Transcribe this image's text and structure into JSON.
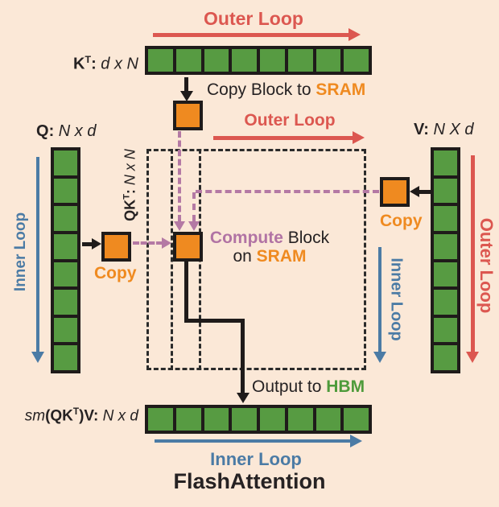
{
  "title": "FlashAttention",
  "colors": {
    "background": "#FBE8D7",
    "matrix_green": "#579B42",
    "block_orange": "#EF8A20",
    "loop_red": "#DC5750",
    "loop_blue": "#4B7BA5",
    "compute_pink": "#B479A4",
    "hbm_green": "#4E9B3B",
    "line_black": "#1F1B1A"
  },
  "loops": {
    "outer_top": "Outer Loop",
    "outer_mid": "Outer Loop",
    "outer_right": "Outer Loop",
    "inner_left": "Inner Loop",
    "inner_right": "Inner Loop",
    "inner_bottom": "Inner Loop"
  },
  "matrices": {
    "k": {
      "name": "K",
      "sup": "T",
      "colon": ":",
      "dims": " d x N",
      "cells": 8
    },
    "q": {
      "name": "Q",
      "colon": ":",
      "dims": " N x d",
      "cells": 8
    },
    "v": {
      "name": "V",
      "colon": ":",
      "dims": " N X d",
      "cells": 8
    },
    "qkt": {
      "name": "QK",
      "sup": "T",
      "colon": ": ",
      "dims": "N x N"
    },
    "output": {
      "sm": "sm",
      "paren_open": "(QK",
      "sup": "T",
      "paren_close": ")V:",
      "dims": " N x d",
      "cells": 8
    }
  },
  "annotations": {
    "copy_block_prefix": "Copy Block to ",
    "sram_top": "SRAM",
    "compute_word": "Compute",
    "block_word": " Block",
    "on_word": "on ",
    "sram_center": "SRAM",
    "copy_left": "Copy",
    "copy_right": "Copy",
    "output_prefix": "Output to ",
    "hbm": "HBM"
  }
}
